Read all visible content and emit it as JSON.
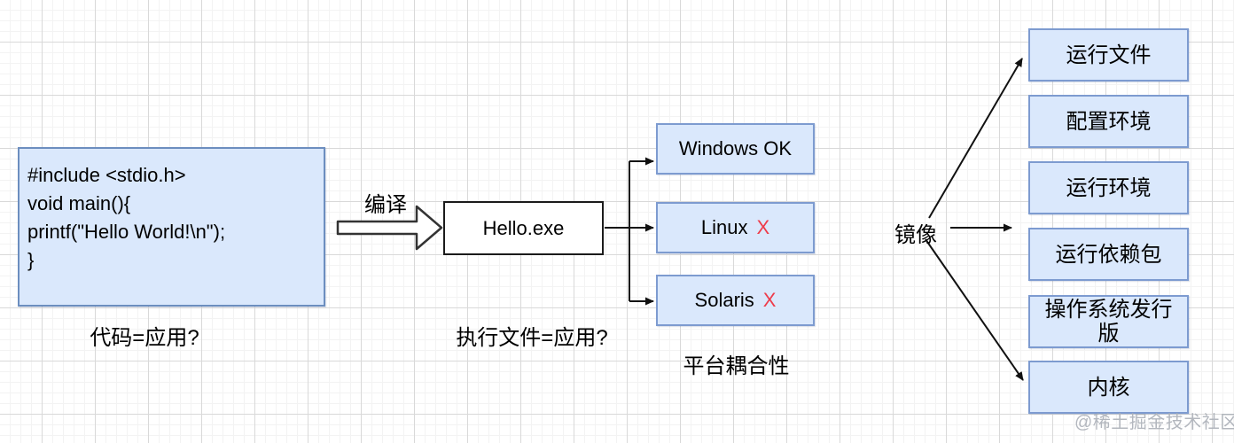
{
  "colors": {
    "box_fill": "#dae8fc",
    "box_stroke": "#7d9bd0",
    "code_stroke": "#6c8ebf",
    "line": "#111111",
    "red_x": "#ee3b4a",
    "watermark": "#abb0b8"
  },
  "code_box": {
    "lines": [
      "#include <stdio.h>",
      "void main(){",
      "printf(\"Hello World!\\n\");",
      "}"
    ],
    "caption": "代码=应用?"
  },
  "compile": {
    "label": "编译"
  },
  "exe_box": {
    "label": "Hello.exe",
    "caption": "执行文件=应用?"
  },
  "platform_boxes": [
    {
      "label": "Windows OK",
      "mark": ""
    },
    {
      "label": "Linux",
      "mark": "X"
    },
    {
      "label": "Solaris",
      "mark": "X"
    }
  ],
  "platform_caption": "平台耦合性",
  "mirror": {
    "label": "镜像"
  },
  "image_boxes": [
    {
      "label": "运行文件"
    },
    {
      "label": "配置环境"
    },
    {
      "label": "运行环境"
    },
    {
      "label": "运行依赖包"
    },
    {
      "label": "操作系统发行版"
    },
    {
      "label": "内核"
    }
  ],
  "watermark": "@稀土掘金技术社区"
}
